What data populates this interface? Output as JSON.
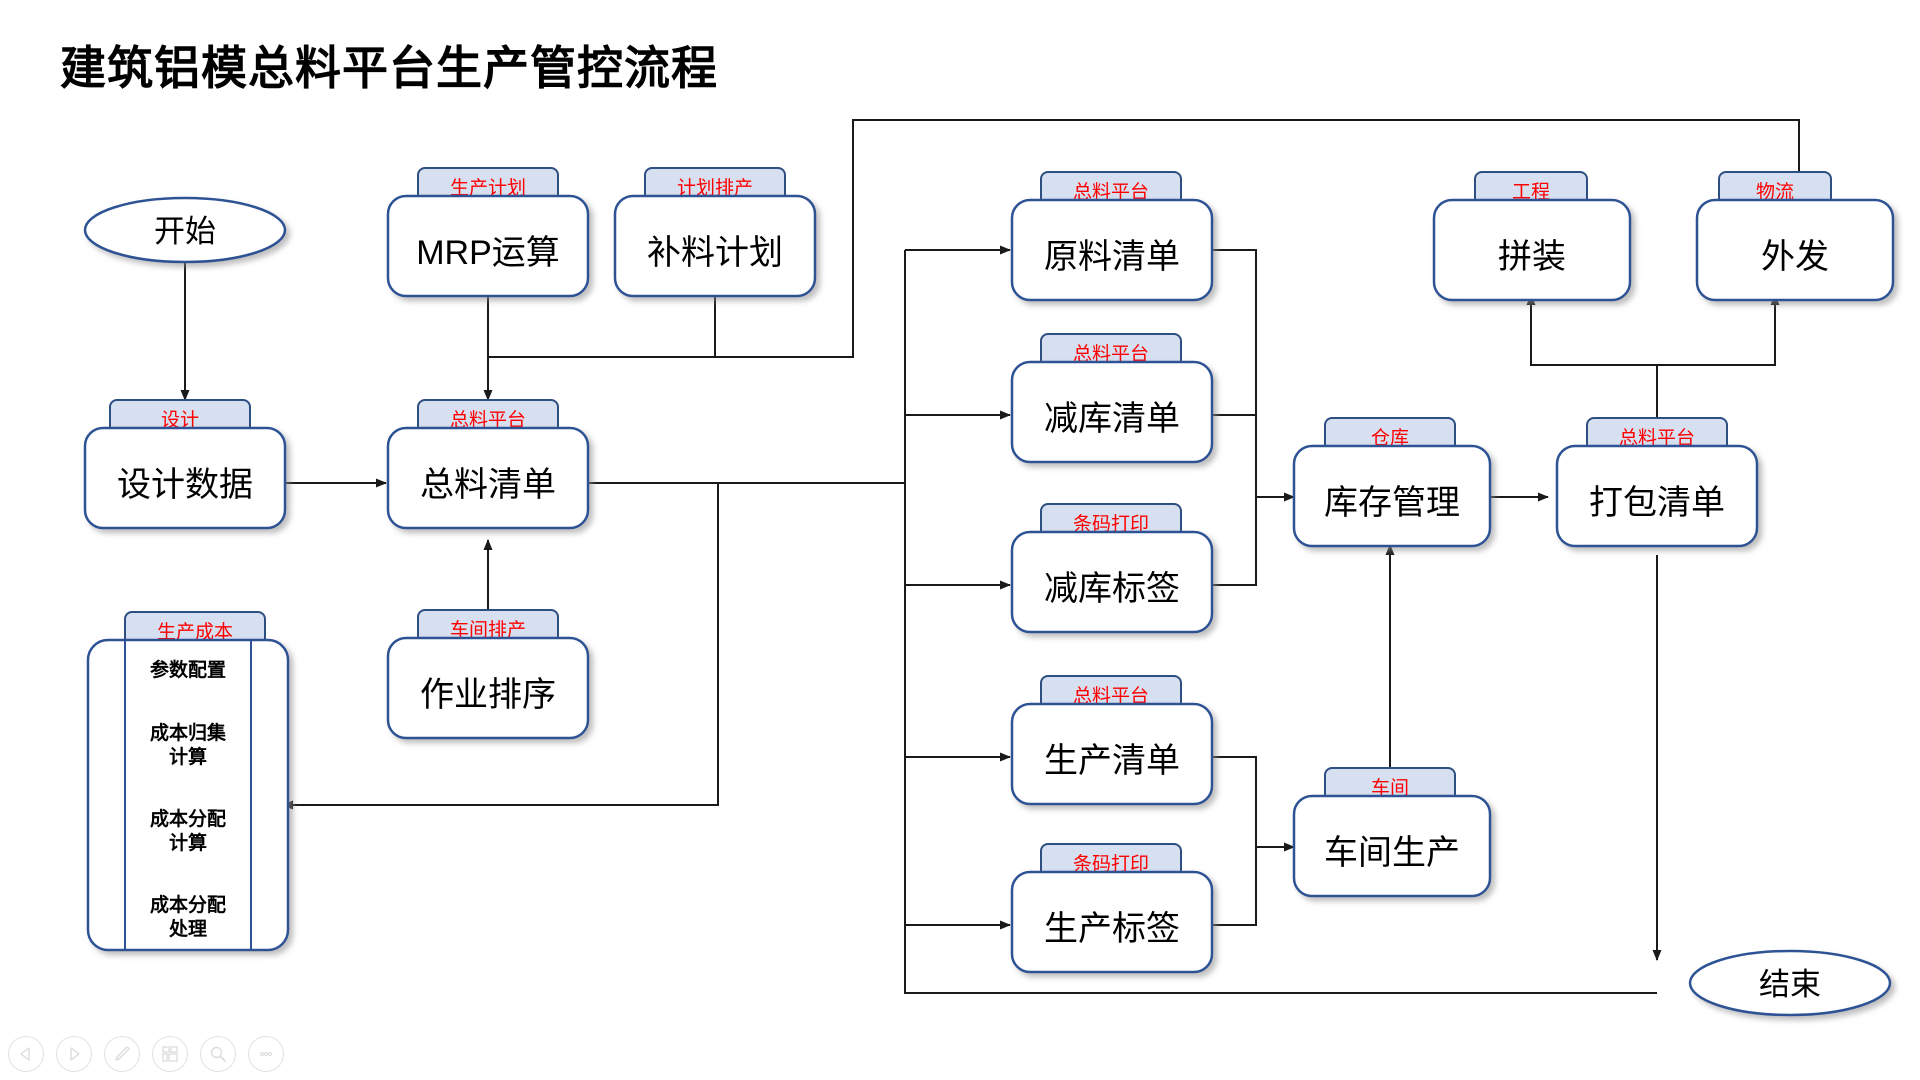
{
  "title": "建筑铝模总料平台生产管控流程",
  "colors": {
    "tag_text": "#FF0000",
    "tag_fill": "#D6E0F0",
    "node_stroke": "#2E5395",
    "node_fill": "#FFFFFF",
    "edge": "#1A1A1A",
    "title_text": "#000000"
  },
  "terminators": {
    "start": "开始",
    "end": "结束"
  },
  "nodes": [
    {
      "id": "design_data",
      "tag": "设计",
      "label": "设计数据"
    },
    {
      "id": "mrp",
      "tag": "生产计划",
      "label": "MRP运算"
    },
    {
      "id": "replenish",
      "tag": "计划排产",
      "label": "补料计划"
    },
    {
      "id": "master_bom",
      "tag": "总料平台",
      "label": "总料清单"
    },
    {
      "id": "job_sequence",
      "tag": "车间排产",
      "label": "作业排序"
    },
    {
      "id": "raw_list",
      "tag": "总料平台",
      "label": "原料清单"
    },
    {
      "id": "issue_list",
      "tag": "总料平台",
      "label": "减库清单"
    },
    {
      "id": "issue_label",
      "tag": "条码打印",
      "label": "减库标签"
    },
    {
      "id": "prod_list",
      "tag": "总料平台",
      "label": "生产清单"
    },
    {
      "id": "prod_label",
      "tag": "条码打印",
      "label": "生产标签"
    },
    {
      "id": "inventory",
      "tag": "仓库",
      "label": "库存管理"
    },
    {
      "id": "workshop",
      "tag": "车间",
      "label": "车间生产"
    },
    {
      "id": "packing_list",
      "tag": "总料平台",
      "label": "打包清单"
    },
    {
      "id": "assembly",
      "tag": "工程",
      "label": "拼装"
    },
    {
      "id": "outbound",
      "tag": "物流",
      "label": "外发"
    }
  ],
  "cost_group": {
    "tag": "生产成本",
    "items": [
      "参数配置",
      "成本归集\n计算",
      "成本分配\n计算",
      "成本分配\n处理"
    ],
    "item_lines": [
      [
        "参数配置"
      ],
      [
        "成本归集",
        "计算"
      ],
      [
        "成本分配",
        "计算"
      ],
      [
        "成本分配",
        "处理"
      ]
    ]
  },
  "toolbar": {
    "buttons": [
      {
        "name": "previous-slide-button",
        "icon": "triangle-left-icon"
      },
      {
        "name": "next-slide-button",
        "icon": "triangle-right-icon"
      },
      {
        "name": "pen-tool-button",
        "icon": "pen-icon"
      },
      {
        "name": "slide-overview-button",
        "icon": "grid-slides-icon"
      },
      {
        "name": "zoom-button",
        "icon": "magnifier-icon"
      },
      {
        "name": "more-options-button",
        "icon": "ellipsis-icon"
      }
    ]
  }
}
